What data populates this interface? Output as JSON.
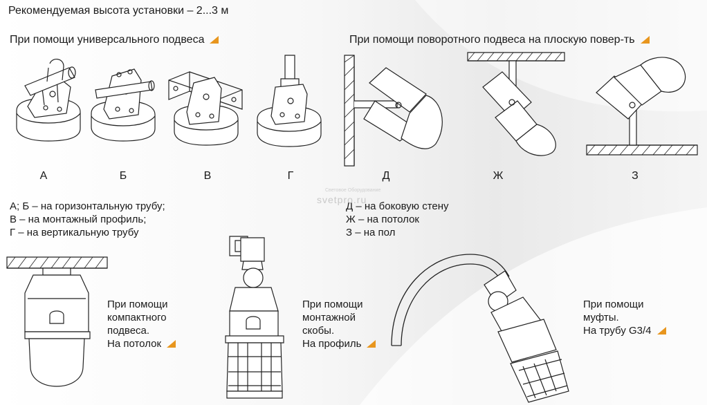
{
  "header": {
    "height_note": "Рекомендуемая высота установки – 2...3 м",
    "universal_mount": "При помощи универсального подвеса",
    "swivel_mount": "При помощи поворотного подвеса на плоскую повер-ть"
  },
  "figure_labels": {
    "a": "А",
    "b": "Б",
    "v": "В",
    "g": "Г",
    "d": "Д",
    "zh": "Ж",
    "z": "З"
  },
  "legend_left": [
    "А; Б – на горизонтальную трубу;",
    "В – на монтажный профиль;",
    "Г – на вертикальную трубу"
  ],
  "legend_right": [
    "Д – на боковую стену",
    "Ж – на потолок",
    "З – на пол"
  ],
  "watermark": {
    "small": "Световое Оборудование",
    "large": "svetpro.ru"
  },
  "captions": {
    "compact": [
      "При помощи",
      "компактного",
      "подвеса.",
      "На потолок"
    ],
    "bracket": [
      "При помощи",
      "монтажной",
      "скобы.",
      "На профиль"
    ],
    "coupling": [
      "При помощи",
      "муфты.",
      "На трубу G3/4"
    ]
  },
  "colors": {
    "accent": "#e8961e",
    "text": "#1a1a1a",
    "line": "#222222"
  },
  "icons": [
    "orange-triangle-icon"
  ]
}
